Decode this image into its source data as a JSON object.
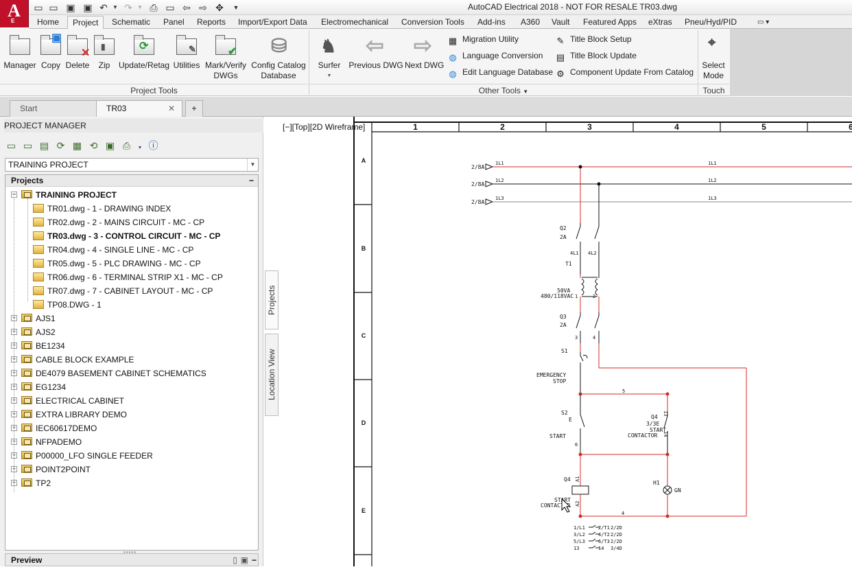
{
  "window": {
    "logo_letter": "A",
    "logo_sub": "E",
    "title": "AutoCAD Electrical 2018 - NOT FOR RESALE    TR03.dwg"
  },
  "ribbon_tabs": [
    {
      "label": "Home"
    },
    {
      "label": "Project",
      "active": true
    },
    {
      "label": "Schematic"
    },
    {
      "label": "Panel"
    },
    {
      "label": "Reports"
    },
    {
      "label": "Import/Export Data"
    },
    {
      "label": "Electromechanical"
    },
    {
      "label": "Conversion Tools"
    },
    {
      "label": "Add-ins"
    },
    {
      "label": "A360"
    },
    {
      "label": "Vault"
    },
    {
      "label": "Featured Apps"
    },
    {
      "label": "eXtras"
    },
    {
      "label": "Pneu/Hyd/PID"
    }
  ],
  "project_tools": {
    "panel_label": "Project Tools",
    "buttons": [
      {
        "line1": "Manager",
        "line2": ""
      },
      {
        "line1": "Copy",
        "line2": ""
      },
      {
        "line1": "Delete",
        "line2": ""
      },
      {
        "line1": "Zip",
        "line2": ""
      },
      {
        "line1": "Update/Retag",
        "line2": ""
      },
      {
        "line1": "Utilities",
        "line2": ""
      },
      {
        "line1": "Mark/Verify",
        "line2": "DWGs"
      },
      {
        "line1": "Config Catalog",
        "line2": "Database"
      }
    ]
  },
  "other_tools": {
    "panel_label": "Other Tools",
    "surfer": "Surfer",
    "previous": "Previous DWG",
    "next": "Next DWG",
    "small": [
      "Migration Utility",
      "Language Conversion",
      "Edit Language Database"
    ],
    "small2": [
      "Title Block Setup",
      "Title Block Update",
      "Component Update From Catalog"
    ]
  },
  "touch": {
    "panel_label": "Touch",
    "line1": "Select",
    "line2": "Mode"
  },
  "doc_tabs": [
    {
      "label": "Start"
    },
    {
      "label": "TR03"
    }
  ],
  "project_manager": {
    "title": "PROJECT MANAGER",
    "selected_project": "TRAINING PROJECT",
    "tree_header": "Projects",
    "vtab_projects": "Projects",
    "vtab_location": "Location View",
    "preview": "Preview",
    "active_project": "TRAINING PROJECT",
    "drawings": [
      "TR01.dwg - 1 - DRAWING INDEX",
      "TR02.dwg - 2 - MAINS CIRCUIT - MC - CP",
      "TR03.dwg - 3 - CONTROL CIRCUIT - MC - CP",
      "TR04.dwg - 4 - SINGLE LINE - MC - CP",
      "TR05.dwg - 5 - PLC DRAWING - MC - CP",
      "TR06.dwg - 6 - TERMINAL STRIP X1 - MC - CP",
      "TR07.dwg - 7 - CABINET LAYOUT - MC - CP",
      "TP08.DWG - 1"
    ],
    "other_projects": [
      "AJS1",
      "AJS2",
      "BE1234",
      "CABLE BLOCK EXAMPLE",
      "DE4079 BASEMENT CABINET SCHEMATICS",
      "EG1234",
      "ELECTRICAL CABINET",
      "EXTRA LIBRARY DEMO",
      "IEC60617DEMO",
      "NFPADEMO",
      "P00000_LFO SINGLE FEEDER",
      "POINT2POINT",
      "TP2"
    ]
  },
  "drawing": {
    "viewport_label": "[−][Top][2D Wireframe]",
    "columns": [
      "1",
      "2",
      "3",
      "4",
      "5",
      "6"
    ],
    "rows": [
      "A",
      "B",
      "C",
      "D",
      "E"
    ],
    "wire_colors": {
      "red": "#d42a2a",
      "black": "#111111",
      "gray": "#888888"
    },
    "labels": {
      "feed1": "2/8A",
      "feed2": "2/8A",
      "feed3": "2/8A",
      "l1": "1L1",
      "l2": "1L2",
      "l3": "1L3",
      "q2": "Q2",
      "q2a": "2A",
      "t4l1": "4L1",
      "t4l2": "4L2",
      "t1": "T1",
      "va": "50VA",
      "vac": "480/118VAC",
      "n1": "1",
      "n2": "2",
      "q3": "Q3",
      "q3a": "2A",
      "n3": "3",
      "n4": "4",
      "s1": "S1",
      "estop1": "EMERGENCY",
      "estop2": "STOP",
      "w5": "5",
      "s2": "S2",
      "e": "E",
      "start": "START",
      "n6": "6",
      "q4c": "Q4",
      "q4c2": "3/3E",
      "q4c3": "START",
      "q4c4": "CONTACTOR",
      "n13": "13",
      "n14": "14",
      "q4": "Q4",
      "a1": "A1",
      "a2": "A2",
      "startc1": "START",
      "startc2": "CONTACTOR",
      "h1": "H1",
      "gn": "GN",
      "w4": "4",
      "ref1a": "1/L1",
      "ref1b": "2/T1",
      "ref1c": "2/2D",
      "ref2a": "3/L2",
      "ref2b": "4/T2",
      "ref2c": "2/2D",
      "ref3a": "5/L3",
      "ref3b": "6/T3",
      "ref3c": "2/2D",
      "ref4a": "13",
      "ref4b": "14",
      "ref4c": "3/4D"
    }
  }
}
